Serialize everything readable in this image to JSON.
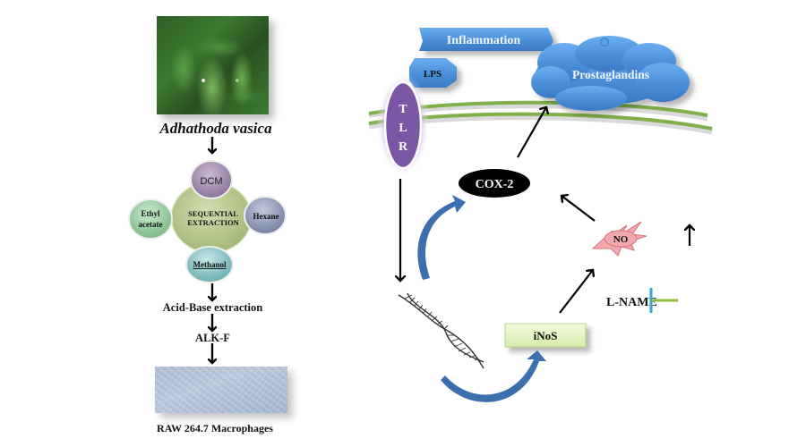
{
  "left_panel": {
    "species": "Adhathoda vasica",
    "solvents": {
      "center": [
        "SEQUENTIAL",
        "EXTRACTION"
      ],
      "top": "DCM",
      "right": "Hexane",
      "left": [
        "Ethyl",
        "acetate"
      ],
      "bottom": "Methanol"
    },
    "step_acid_base": "Acid-Base extraction",
    "step_fraction": "ALK-F",
    "cells_label": "RAW 264.7 Macrophages"
  },
  "right_panel": {
    "inflammation": "Inflammation",
    "lps": "LPS",
    "prostaglandins": "Prostaglandins",
    "tlr": [
      "T",
      "L",
      "R"
    ],
    "cox2": "COX-2",
    "no": "NO",
    "inos": "iNoS",
    "l_name": "L-NAME"
  },
  "colors": {
    "dcm": "#9b85a8",
    "hexane": "#8892b0",
    "ethyl": "#93c79c",
    "methanol": "#7fc1c0",
    "center": "#b7c98a",
    "blue_shape": "#4a8fd8",
    "tlr": "#7a58a6",
    "membrane": "#7fb04a",
    "no_star": "#f2a9ae",
    "inos_fill": "#e6f5c6",
    "curve_arrow": "#3b6fae",
    "inhibitor_bar": "#3aa8d6",
    "inhibitor_line": "#8cbf3f"
  }
}
